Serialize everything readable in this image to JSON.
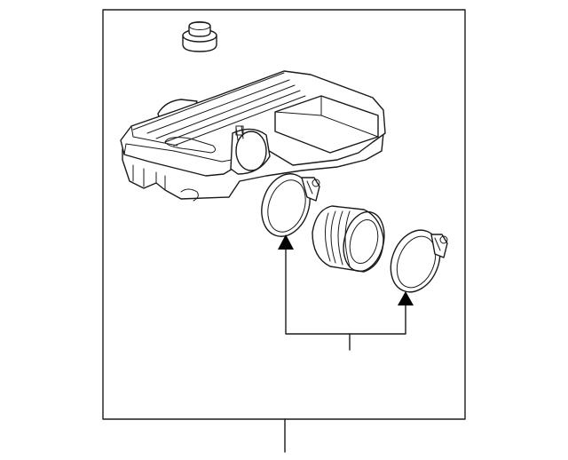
{
  "diagram": {
    "frame_stroke": "#1a1a1a",
    "background": "#ffffff",
    "parts": [
      {
        "id": "cap",
        "icon": "grommet-cap-icon"
      },
      {
        "id": "air-cleaner-housing",
        "icon": "air-box-icon"
      },
      {
        "id": "hose-clamp-left",
        "icon": "hose-clamp-icon"
      },
      {
        "id": "intake-duct-coupler",
        "icon": "rubber-coupler-icon"
      },
      {
        "id": "hose-clamp-right",
        "icon": "hose-clamp-icon"
      }
    ],
    "callouts": [
      {
        "id": "assembly-leader",
        "icon": "leader-line-icon"
      },
      {
        "id": "clamp-bracket-leader",
        "icon": "bracket-leader-icon"
      }
    ]
  }
}
